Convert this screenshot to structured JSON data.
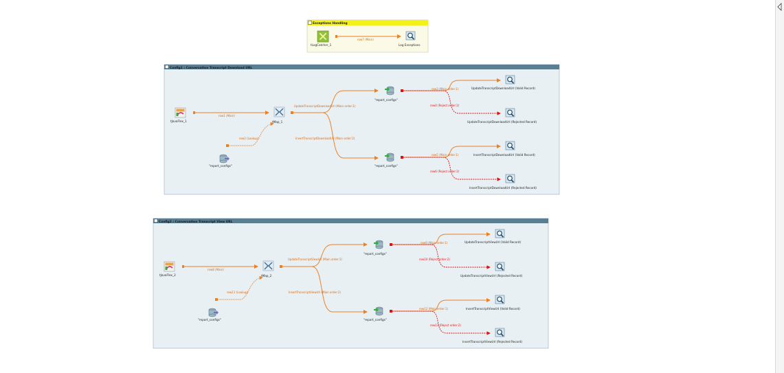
{
  "exception_group": {
    "title": "Exceptions Handling",
    "catcher_label": "tLogCatcher_1",
    "log_label": "Log Exceptions",
    "flow_label": "row7 (Main)"
  },
  "group1": {
    "title": "Config1 : Conversation Transcript Download URL",
    "source_label": "tJavaFlex_1",
    "map_label": "tMap_1",
    "lookup_label": "\"report_configs\"",
    "flow_main": "row1 (Main)",
    "flow_lookup": "row2 (Lookup)",
    "update_flow": "UpdateTranscriptDownloadUrl (Main order:1)",
    "insert_flow": "InsertTranscriptDownloadUrl (Main order:2)",
    "db_update_label": "\"report_configs\"",
    "db_insert_label": "\"report_configs\"",
    "flow_up_valid": "row3 (Main order:1)",
    "flow_up_reject": "row4 (Reject order:2)",
    "flow_in_valid": "row5 (Main order:1)",
    "flow_in_reject": "row6 (Reject order:2)",
    "out_up_valid": "UpdateTranscriptDownloadUrl (Valid Record)",
    "out_up_reject": "UpdateTranscriptDownloadUrl (Rejected Record)",
    "out_in_valid": "InsertTranscriptDownloadUrl (Valid Record)",
    "out_in_reject": "InsertTranscriptDownloadUrl (Rejected Record)"
  },
  "group2": {
    "title": "Config2 : Conversation Transcript View URL",
    "source_label": "tJavaFlex_2",
    "map_label": "tMap_2",
    "lookup_label": "\"report_configs\"",
    "flow_main": "row8 (Main)",
    "flow_lookup": "row11 (Lookup)",
    "update_flow": "UpdateTranscriptViewUrl (Main order:1)",
    "insert_flow": "InsertTranscriptViewUrl (Main order:2)",
    "db_update_label": "\"report_configs\"",
    "db_insert_label": "\"report_configs\"",
    "flow_up_valid": "row9 (Main order:1)",
    "flow_up_reject": "row10 (Reject order:2)",
    "flow_in_valid": "row12 (Main order:1)",
    "flow_in_reject": "row13 (Reject order:2)",
    "out_up_valid": "UpdateTranscriptViewUrl (Valid Record)",
    "out_up_reject": "UpdateTranscriptViewUrl (Rejected Record)",
    "out_in_valid": "InsertTranscriptViewUrl (Valid Record)",
    "out_in_reject": "InsertTranscriptViewUrl (Rejected Record)"
  },
  "colors": {
    "group_header": "#5b7f92",
    "group_bg": "#e8f0f4",
    "exception_header": "#f3f01a",
    "flow_main": "#ee7f22",
    "flow_reject": "#e01010"
  },
  "icons": {
    "source": "java-flex-icon",
    "map": "tmap-icon",
    "database": "database-output-icon",
    "lookup_db": "database-input-icon",
    "log": "log-row-icon",
    "catcher": "log-catcher-icon",
    "scrollbar": "collapse-arrow-icon"
  }
}
